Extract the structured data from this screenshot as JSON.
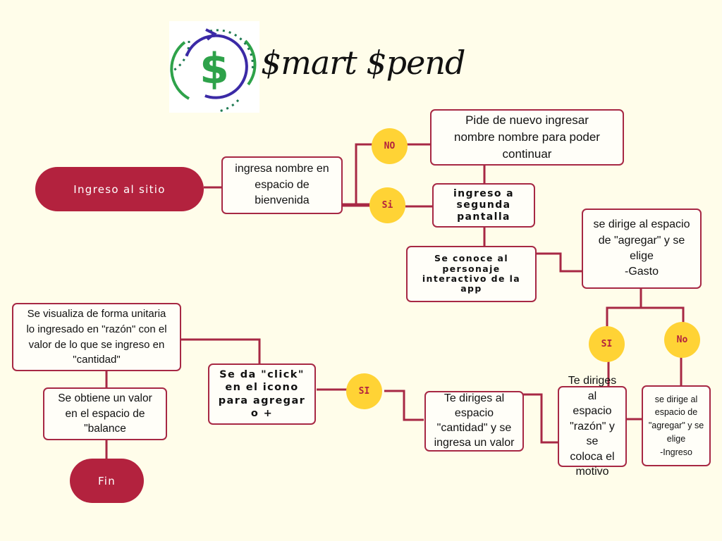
{
  "brand": {
    "name": "$mart $pend"
  },
  "colors": {
    "accent": "#b3223e",
    "connector": "#a72844",
    "decision_fill": "#ffd335",
    "background": "#fffdea"
  },
  "nodes": {
    "start": "Ingreso al sitio",
    "ingresa_nombre": "ingresa nombre en\nespacio de\nbienvenida",
    "pide_nombre": "Pide de nuevo ingresar\nnombre nombre para poder\ncontinuar",
    "segunda_pantalla": "ingreso a\nsegunda\npantalla",
    "personaje": "Se conoce al\npersonaje\ninteractivo de la\napp",
    "agregar_gasto": "se dirige al espacio\nde \"agregar\" y se\nelige\n-Gasto",
    "agregar_ingreso": "se dirige al\nespacio de\n\"agregar\" y se\nelige\n-Ingreso",
    "razon": "Te diriges al\nespacio\n\"razón\" y se\ncoloca el\nmotivo",
    "cantidad": "Te diriges al\nespacio\n\"cantidad\" y se\ningresa un valor",
    "click_icono": "Se da \"click\"\nen el icono\npara agregar\no +",
    "visualiza": "Se  visualiza de forma unitaria\nlo ingresado en \"razón\" con el\nvalor de lo que se ingreso en\n\"cantidad\"",
    "balance": "Se obtiene  un  valor\nen el espacio de\n\"balance",
    "end": "Fin"
  },
  "decisions": {
    "no_nombre": "NO",
    "si_nombre": "Si",
    "si_gasto": "SI",
    "no_gasto": "No",
    "si_click": "SI"
  }
}
